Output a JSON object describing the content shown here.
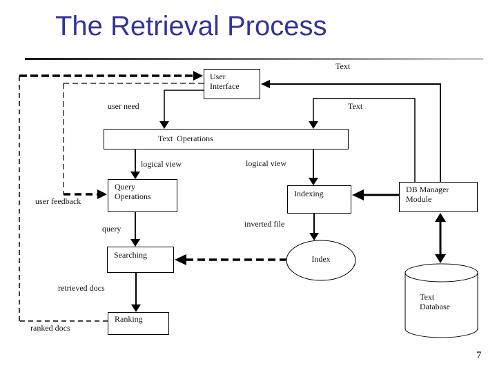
{
  "slide": {
    "title": "The Retrieval Process",
    "page_number": "7"
  },
  "colors": {
    "title": "#333399",
    "lines": "#000000",
    "background": "#ffffff"
  },
  "diagram": {
    "nodes": {
      "user_interface": "User Interface",
      "text_operations": "Text  Operations",
      "query_operations": "Query Operations",
      "indexing": "Indexing",
      "db_manager": "DB Manager Module",
      "searching": "Searching",
      "ranking": "Ranking",
      "index": "Index",
      "text_database": "Text Database"
    },
    "labels": {
      "text_top": "Text",
      "text_mid": "Text",
      "user_need": "user need",
      "logical_view_left": "logical view",
      "logical_view_right": "logical view",
      "user_feedback": "user feedback",
      "query": "query",
      "inverted_file": "inverted file",
      "retrieved_docs": "retrieved docs",
      "ranked_docs": "ranked docs"
    }
  }
}
